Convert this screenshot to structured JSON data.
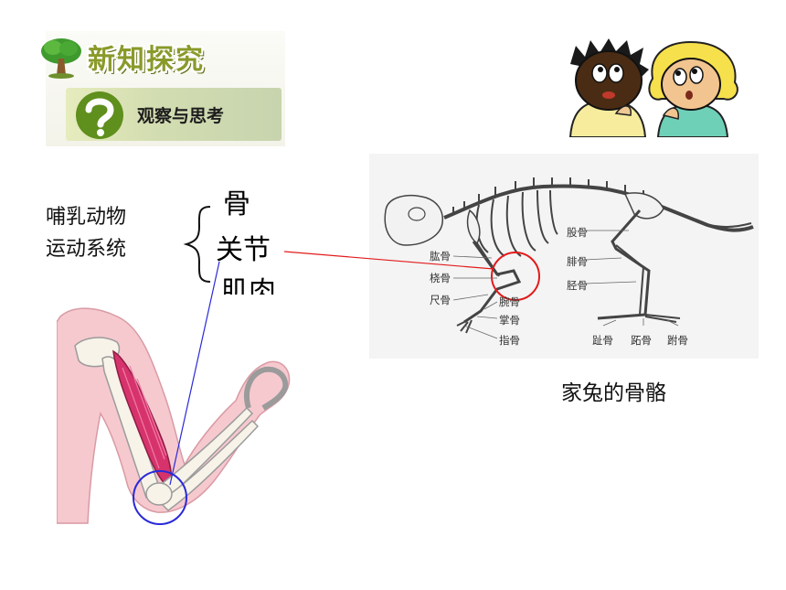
{
  "header": {
    "title": "新知探究",
    "subtitle": "观察与思考"
  },
  "system": {
    "line1": "哺乳动物",
    "line2": "运动系统"
  },
  "components": [
    "骨",
    "关节",
    "肌肉"
  ],
  "rabbit": {
    "caption": "家兔的骨骼",
    "labels": [
      "肱骨",
      "桡骨",
      "尺骨",
      "腕骨",
      "掌骨",
      "指骨",
      "股骨",
      "腓骨",
      "胫骨",
      "趾骨",
      "跖骨",
      "跗骨"
    ]
  },
  "colors": {
    "pointer_line_red": "#e31b1b",
    "pointer_line_blue": "#2a2ad8",
    "muscle": "#d6336c",
    "skin": "#f6c9cf"
  }
}
